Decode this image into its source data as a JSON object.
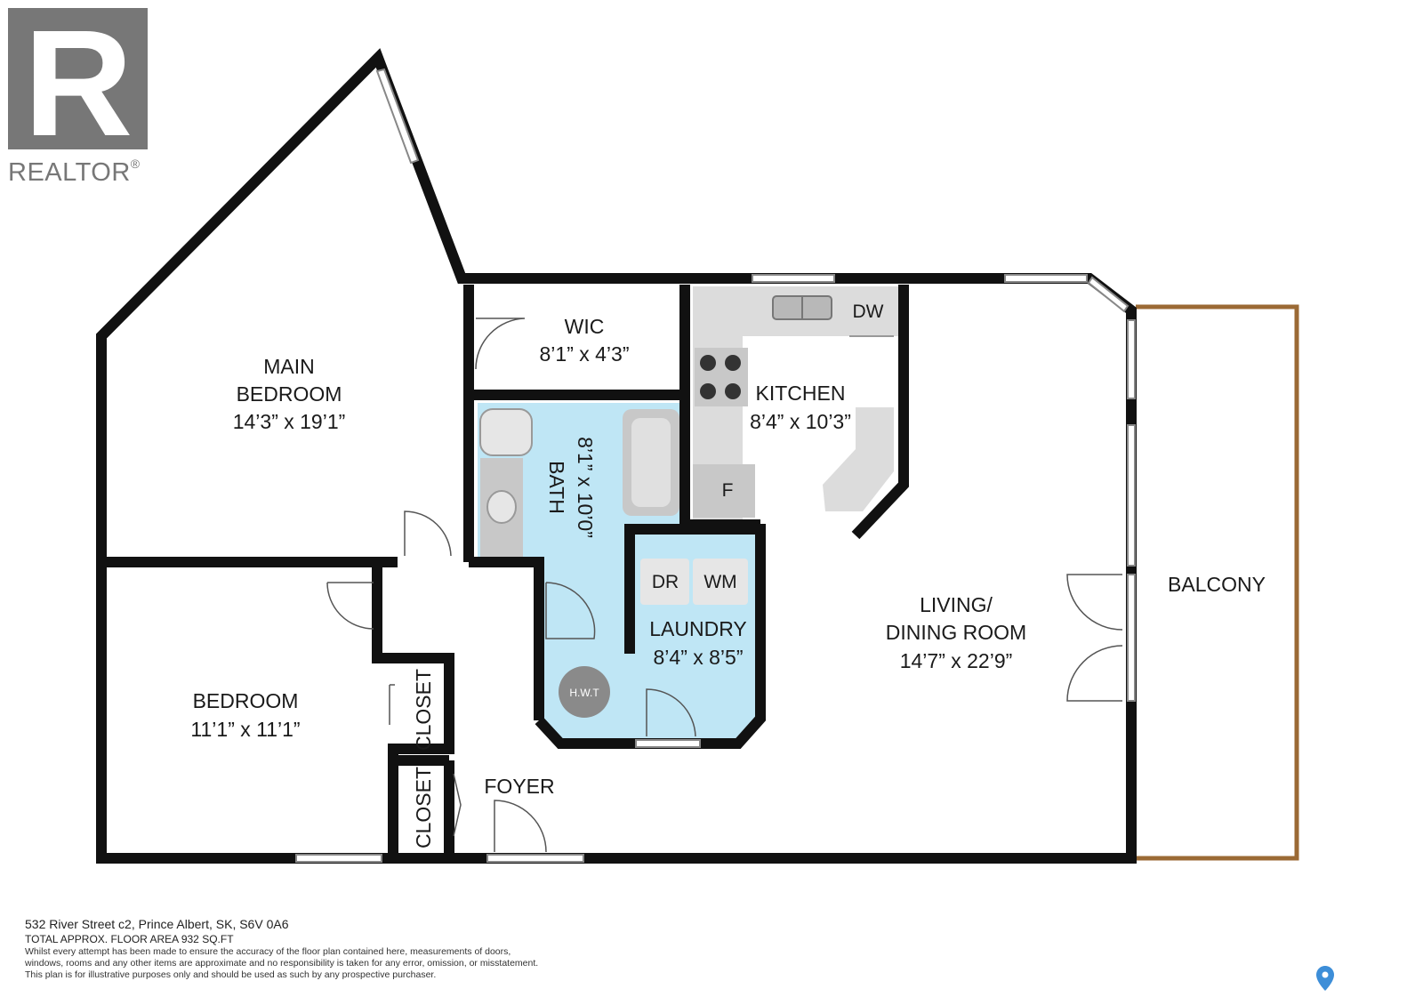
{
  "logo": {
    "letter": "R",
    "text": "REALTOR",
    "mark": "®"
  },
  "rooms": {
    "main_bedroom": {
      "name_line1": "MAIN",
      "name_line2": "BEDROOM",
      "size": "14’3” x 19’1”"
    },
    "wic": {
      "name": "WIC",
      "size": "8’1” x 4’3”"
    },
    "kitchen": {
      "name": "KITCHEN",
      "size": "8’4” x 10’3”"
    },
    "bath": {
      "name": "BATH",
      "size": "8’1” x 10’0”"
    },
    "laundry": {
      "name": "LAUNDRY",
      "size": "8’4” x 8’5”"
    },
    "bedroom": {
      "name": "BEDROOM",
      "size": "11’1” x 11’1”"
    },
    "closet_1": {
      "name": "CLOSET"
    },
    "closet_2": {
      "name": "CLOSET"
    },
    "foyer": {
      "name": "FOYER"
    },
    "living": {
      "name_line1": "LIVING/",
      "name_line2": "DINING ROOM",
      "size": "14’7” x 22’9”"
    },
    "balcony": {
      "name": "BALCONY"
    }
  },
  "appliances": {
    "dishwasher": "DW",
    "fridge": "F",
    "dryer": "DR",
    "washer": "WM",
    "water_heater": "H.W.T"
  },
  "footer": {
    "address": "532 River Street c2, Prince Albert, SK, S6V 0A6",
    "area": "TOTAL APPROX. FLOOR AREA 932 SQ.FT",
    "disclaimer_lines": [
      "Whilst every attempt has been made to ensure the accuracy of the floor plan contained here, measurements of doors,",
      "windows, rooms and any other items are approximate and no responsibility is taken for any error, omission, or misstatement.",
      "This plan is for illustrative purposes only and should be used as such by any prospective purchaser."
    ]
  },
  "colors": {
    "wall": "#111111",
    "wet_area": "#bfe6f5",
    "kitchen_counter": "#dcdcdc",
    "balcony_rail": "#9b6a35",
    "logo_gray": "#777777",
    "pin_blue": "#3d8ed8"
  },
  "icons": {
    "logo": "realtor-logo-icon",
    "pin": "map-pin-icon"
  }
}
